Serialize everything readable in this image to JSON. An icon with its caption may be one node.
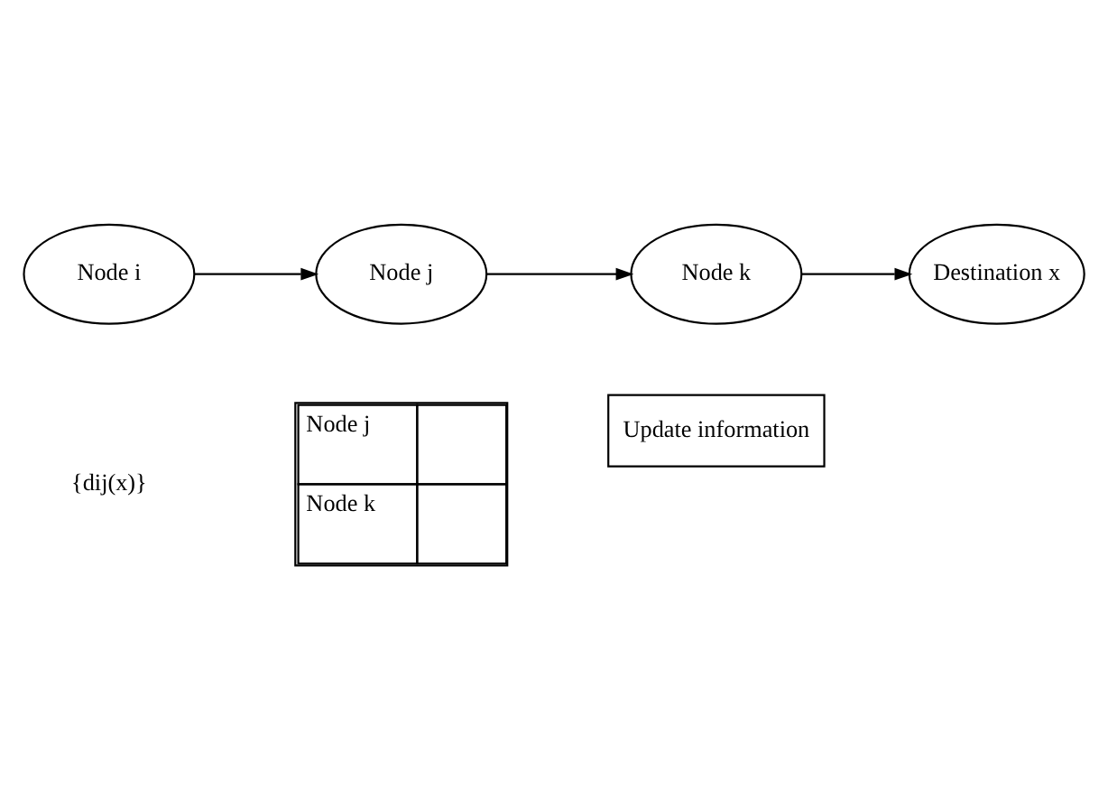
{
  "diagram": {
    "nodes": [
      {
        "text": [
          "Update information"
        ]
      },
      {
        "text": [
          "Node i"
        ]
      },
      {
        "text": [
          "Node j"
        ]
      },
      {
        "text": [
          "Node k"
        ]
      },
      {
        "text": [
          "Destination x"
        ]
      }
    ],
    "edges": [
      {
        "from": 1,
        "to": 2,
        "arrow": "to"
      },
      {
        "from": 2,
        "to": 3,
        "arrow": "to"
      },
      {
        "from": 3,
        "to": 4,
        "arrow": "to"
      }
    ],
    "labels": [
      "{dij(x)}",
      "Node j",
      "Node k"
    ]
  }
}
